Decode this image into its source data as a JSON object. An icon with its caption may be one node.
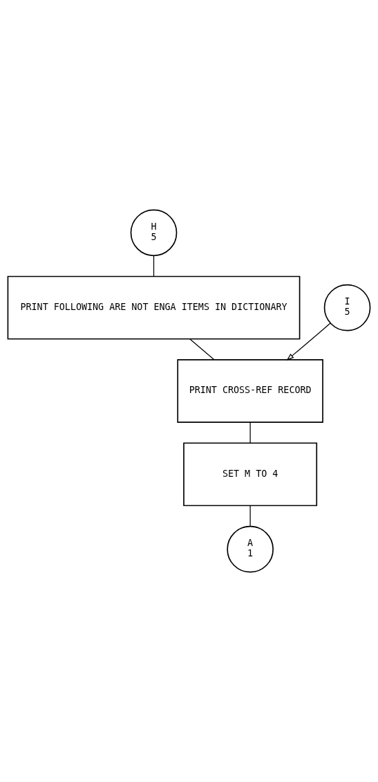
{
  "diagram": {
    "nodes": [
      {
        "text": [
          "H",
          "5"
        ]
      },
      {
        "text": [
          "PRINT FOLLOWING ARE NOT ENGA ITEMS IN DICTIONARY"
        ]
      },
      {
        "text": [
          "I",
          "5"
        ]
      },
      {
        "text": [
          "PRINT CROSS-REF RECORD"
        ]
      },
      {
        "text": [
          "SET M TO 4"
        ]
      },
      {
        "text": [
          "A",
          "1"
        ]
      }
    ],
    "edges": [
      {
        "from": 0,
        "to": 1,
        "arrow": "none"
      },
      {
        "from": 1,
        "to": 3,
        "arrow": "none"
      },
      {
        "from": 2,
        "to": 3,
        "arrow": "to"
      },
      {
        "from": 3,
        "to": 4,
        "arrow": "none"
      },
      {
        "from": 4,
        "to": 5,
        "arrow": "none"
      }
    ]
  }
}
